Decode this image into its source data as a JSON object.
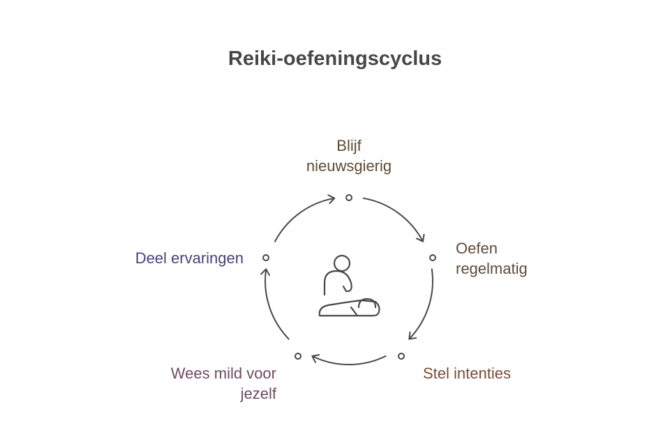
{
  "title": "Reiki-oefeningscyclus",
  "center_icon": "reiki-treatment-icon",
  "steps": [
    {
      "line1": "Blijf",
      "line2": "nieuwsgierig",
      "color": "#5b4a34"
    },
    {
      "line1": "Oefen",
      "line2": "regelmatig",
      "color": "#5f4a3b"
    },
    {
      "line1": "Stel intenties",
      "color": "#7a4a38"
    },
    {
      "line1": "Wees mild voor",
      "line2": "jezelf",
      "color": "#6f4a5f"
    },
    {
      "line1": "Deel ervaringen",
      "color": "#4b3f7c"
    }
  ],
  "colors": {
    "stroke": "#474747"
  }
}
